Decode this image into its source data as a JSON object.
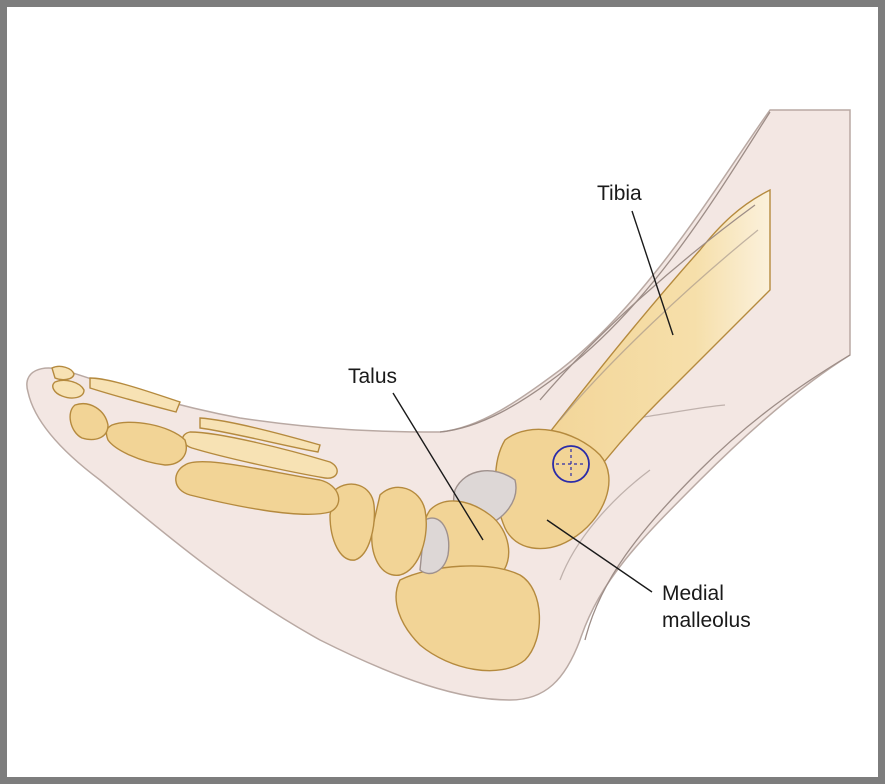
{
  "labels": {
    "tibia": "Tibia",
    "talus": "Talus",
    "medial_malleolus_line1": "Medial",
    "medial_malleolus_line2": "malleolus"
  },
  "colors": {
    "frame": "#7d7d7d",
    "bone": "#f2d496",
    "bone_outline": "#b58a3e",
    "skin": "#f3e7e3",
    "marker": "#2b2ba8"
  },
  "icons": {
    "target_marker": "crosshair-circle-icon"
  }
}
